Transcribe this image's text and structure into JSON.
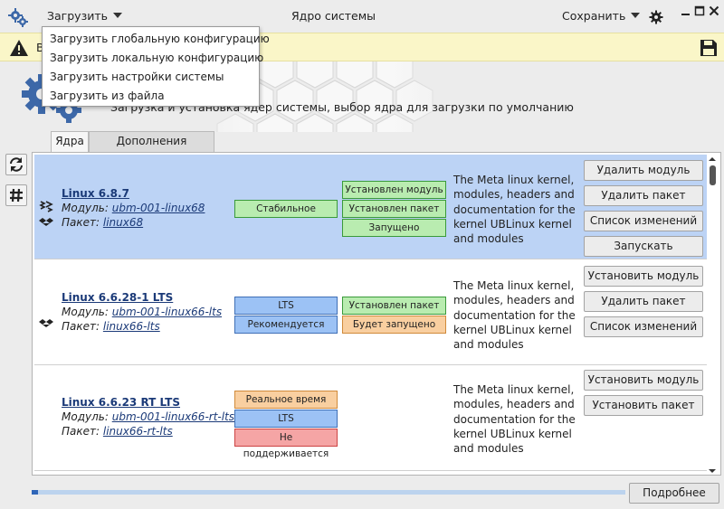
{
  "titlebar": {
    "load_menu": "Загрузить",
    "title": "Ядро системы",
    "save_menu": "Сохранить"
  },
  "banner": {
    "text": "В"
  },
  "header": {
    "description": "Загрузка и установка ядер системы, выбор ядра для загрузки по умолчанию"
  },
  "tabs": [
    "Ядра",
    "Дополнения"
  ],
  "load_dropdown": [
    "Загрузить глобальную конфигурацию",
    "Загрузить локальную конфигурацию",
    "Загрузить настройки системы",
    "Загрузить из файла"
  ],
  "kernels": [
    {
      "name": "Linux 6.8.7",
      "module_label": "Модуль:",
      "module": "ubm-001-linux68",
      "package_label": "Пакет:",
      "package": "linux68",
      "selected": true,
      "badges_left": [
        {
          "text": "Стабильное",
          "color": "green"
        }
      ],
      "badges_right": [
        {
          "text": "Установлен модуль",
          "color": "green"
        },
        {
          "text": "Установлен пакет",
          "color": "green"
        },
        {
          "text": "Запущено",
          "color": "green"
        }
      ],
      "description": "The Meta linux kernel, modules, headers and documentation for the kernel UBLinux kernel and modules",
      "actions": [
        "Удалить модуль",
        "Удалить пакет",
        "Список изменений",
        "Запускать"
      ]
    },
    {
      "name": "Linux 6.6.28-1 LTS",
      "module_label": "Модуль:",
      "module": "ubm-001-linux66-lts",
      "package_label": "Пакет:",
      "package": "linux66-lts",
      "selected": false,
      "badges_left": [
        {
          "text": "LTS",
          "color": "blue"
        },
        {
          "text": "Рекомендуется",
          "color": "blue"
        }
      ],
      "badges_right": [
        {
          "text": "Установлен пакет",
          "color": "green"
        },
        {
          "text": "Будет запущено",
          "color": "orange"
        }
      ],
      "description": "The Meta linux kernel, modules, headers and documentation for the kernel UBLinux kernel and modules",
      "actions": [
        "Установить модуль",
        "Удалить пакет",
        "Список изменений"
      ]
    },
    {
      "name": "Linux 6.6.23 RT LTS",
      "module_label": "Модуль:",
      "module": "ubm-001-linux66-rt-lts",
      "package_label": "Пакет:",
      "package": "linux66-rt-lts",
      "selected": false,
      "badges_left": [
        {
          "text": "Реальное время",
          "color": "orange"
        },
        {
          "text": "LTS",
          "color": "blue"
        },
        {
          "text": "Не поддерживается",
          "color": "red"
        }
      ],
      "badges_right": [],
      "description": "The Meta linux kernel, modules, headers and documentation for the kernel UBLinux kernel and modules",
      "actions": [
        "Установить модуль",
        "Установить пакет"
      ]
    }
  ],
  "footer": {
    "progress": 0.01,
    "more_button": "Подробнее"
  },
  "colors": {
    "selected_row": "#bcd3f5",
    "link": "#1b3a78",
    "banner": "#faf6c8",
    "progress": "#2f66b8"
  }
}
